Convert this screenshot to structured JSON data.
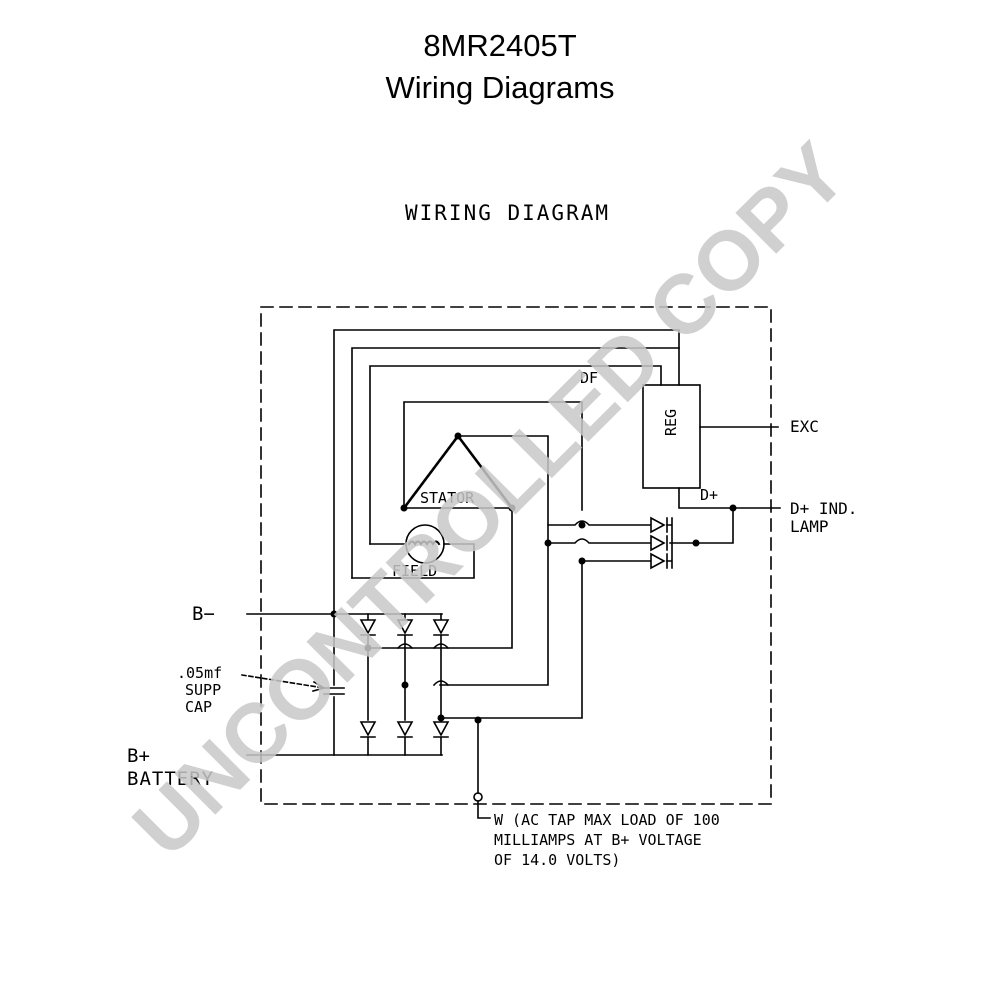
{
  "header": {
    "model": "8MR2405T",
    "subtitle": "Wiring Diagrams"
  },
  "diagram": {
    "heading": "WIRING DIAGRAM",
    "components": {
      "stator": "STATOR",
      "field": "FIELD",
      "regulator": "REG",
      "df": "DF",
      "d_plus": "D+"
    },
    "terminals": {
      "b_minus": "B−",
      "cap_line1": ".05mf",
      "cap_line2": "SUPP",
      "cap_line3": "CAP",
      "b_plus_line1": "B+",
      "b_plus_line2": "BATTERY",
      "exc": "EXC",
      "d_plus_ind_line1": "D+ IND.",
      "d_plus_ind_line2": "LAMP",
      "w_line1": "W (AC TAP MAX LOAD OF 100",
      "w_line2": "MILLIAMPS AT B+ VOLTAGE",
      "w_line3": "OF 14.0 VOLTS)"
    }
  },
  "watermark": "UNCONTROLLED COPY"
}
